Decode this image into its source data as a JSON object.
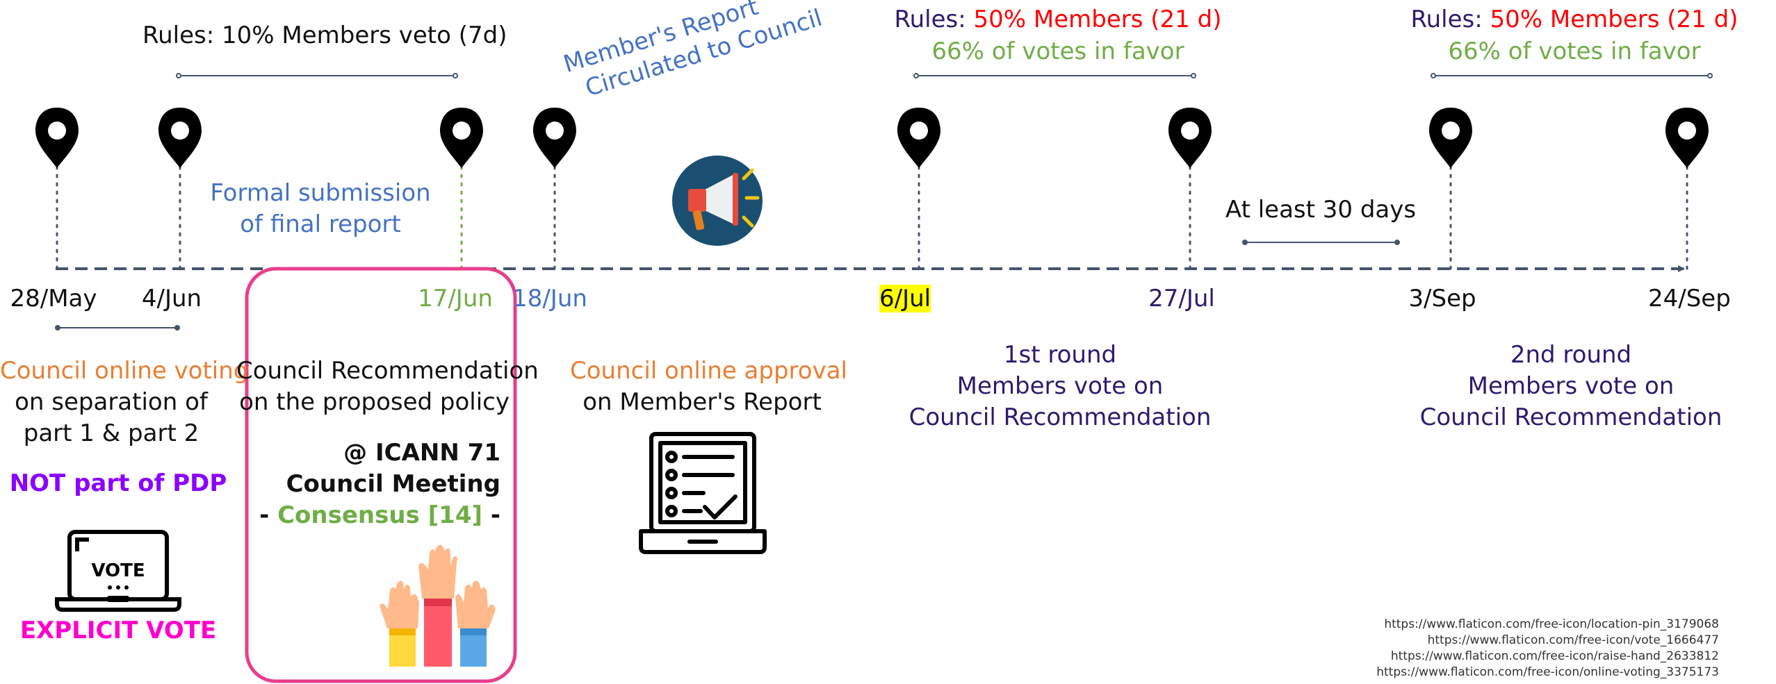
{
  "dates": {
    "d1": "28/May",
    "d2": "4/Jun",
    "d3": "17/Jun",
    "d4": "18/Jun",
    "d5": "6/Jul",
    "d6": "27/Jul",
    "d7": "3/Sep",
    "d8": "24/Sep"
  },
  "rules": {
    "r1": "Rules: 10% Members veto (7d)",
    "r2_prefix": "Rules: ",
    "r2_highlight": "50% Members (21 d)",
    "r2_votes": "66% of votes in favor",
    "r3_prefix": "Rules: ",
    "r3_highlight": "50% Members (21 d)",
    "r3_votes": "66% of votes in favor"
  },
  "notes": {
    "formal_line1": "Formal submission",
    "formal_line2": "of final report",
    "circulated_line1": "Member's Report",
    "circulated_line2": "Circulated to Council",
    "at_least": "At least 30 days"
  },
  "events": {
    "voting_title": "Council online voting",
    "voting_line2": "on separation of",
    "voting_line3": "part 1 & part 2",
    "not_pdp": "NOT part of PDP",
    "explicit_vote": "EXPLICIT VOTE",
    "rec_line1": "Council Recommendation",
    "rec_line2": "on the proposed policy",
    "icann": "@ ICANN 71",
    "meeting": "Council Meeting",
    "consensus_dash_left": "- ",
    "consensus": "Consensus [14]",
    "consensus_dash_right": " -",
    "approval_title": "Council online approval",
    "approval_line2": "on Member's Report",
    "round1_line1": "1st round",
    "round1_line2": "Members vote on",
    "round1_line3": "Council Recommendation",
    "round2_line1": "2nd round",
    "round2_line2": "Members vote on",
    "round2_line3": "Council Recommendation",
    "vote_box_label": "VOTE"
  },
  "sources": [
    "https://www.flaticon.com/free-icon/location-pin_3179068",
    "https://www.flaticon.com/free-icon/vote_1666477",
    "https://www.flaticon.com/free-icon/raise-hand_2633812",
    "https://www.flaticon.com/free-icon/online-voting_3375173"
  ],
  "colors": {
    "navy": "#2e1a6e",
    "blue": "#4472c4",
    "green": "#70ad47",
    "orange": "#ed7d31",
    "red": "#ff0000",
    "purple": "#8b00ff",
    "magenta": "#ff00cc",
    "frame": "#e83e8c",
    "timeline": "#44546a",
    "highlight": "#ffff00"
  },
  "icons": [
    "location-pin-icon",
    "megaphone-icon",
    "online-voting-icon",
    "vote-laptop-icon",
    "raise-hand-icon"
  ]
}
